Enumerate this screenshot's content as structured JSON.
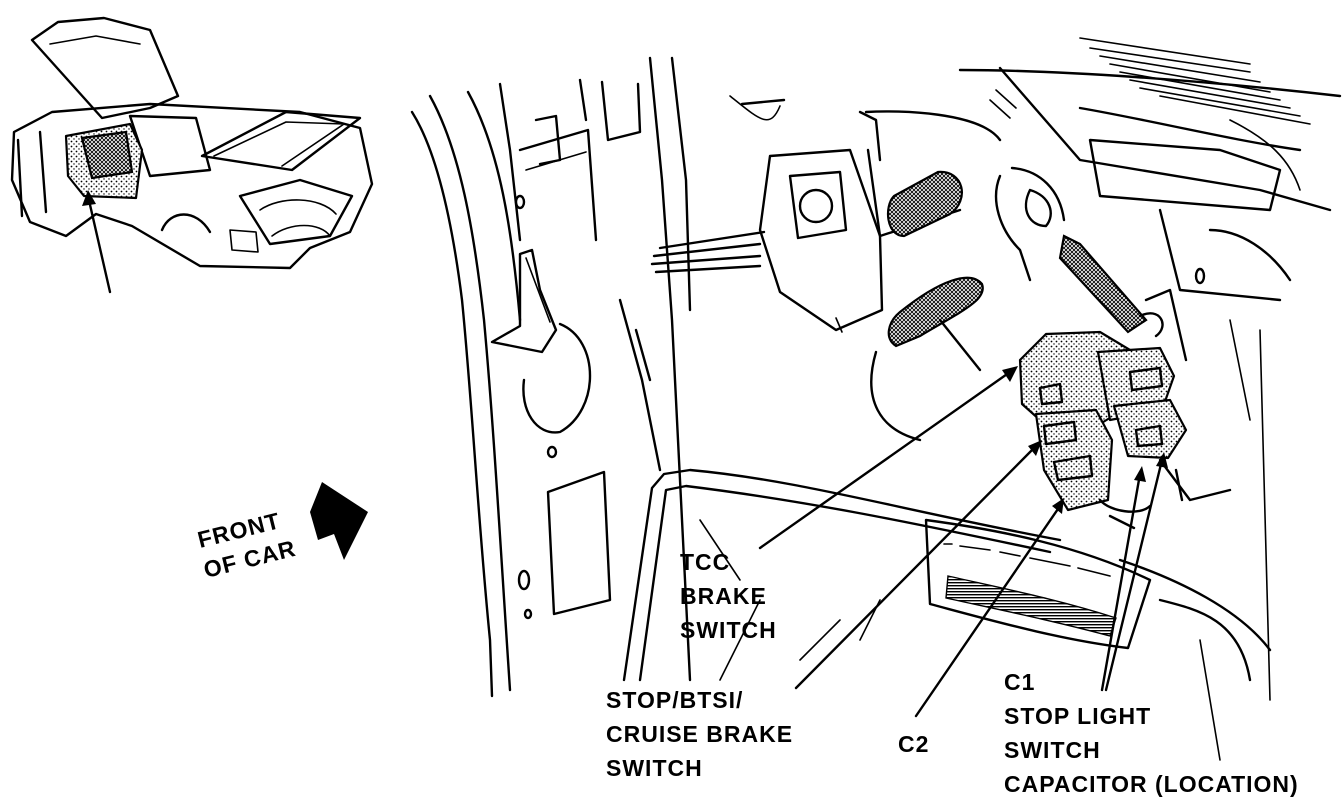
{
  "labels": {
    "front_of_car_line1": "FRONT",
    "front_of_car_line2": "OF CAR",
    "tcc_line1": "TCC",
    "tcc_line2": "BRAKE",
    "tcc_line3": "SWITCH",
    "stop_line1": "STOP/BTSI/",
    "stop_line2": "CRUISE BRAKE",
    "stop_line3": "SWITCH",
    "c2": "C2",
    "c1_line1": "C1",
    "c1_line2": "STOP LIGHT",
    "c1_line3": "SWITCH",
    "c1_line4": "CAPACITOR (LOCATION)"
  },
  "colors": {
    "ink": "#000000",
    "paper": "#ffffff"
  },
  "icons": {
    "direction_arrow": "arrow-right-icon"
  }
}
